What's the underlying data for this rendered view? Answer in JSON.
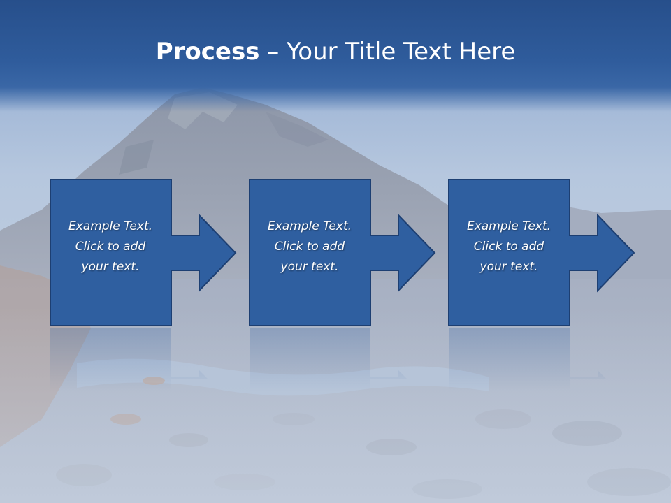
{
  "slide": {
    "title_bold": "Process",
    "title_rest": " – Your Title Text Here"
  },
  "steps": [
    {
      "lines": [
        "Example Text.",
        "Click  to add",
        "your text."
      ]
    },
    {
      "lines": [
        "Example Text.",
        "Click  to add",
        "your text."
      ]
    },
    {
      "lines": [
        "Example Text.",
        "Click  to add",
        "your text."
      ]
    }
  ],
  "colors": {
    "title_band": "#2f5c9c",
    "box_fill": "#2f5fa0",
    "box_border": "#1d3f72",
    "text": "#ffffff"
  },
  "icons": [
    "right-arrow-icon"
  ]
}
